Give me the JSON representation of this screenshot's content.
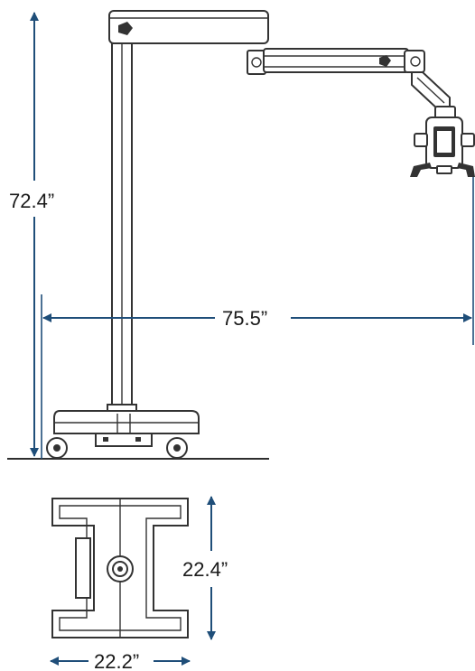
{
  "dimensions": {
    "height": "72.4”",
    "reach": "75.5”",
    "base_depth": "22.4”",
    "base_width": "22.2”"
  },
  "colors": {
    "dimension_line": "#1f4e79",
    "drawing_line": "#333333",
    "background": "#ffffff"
  }
}
